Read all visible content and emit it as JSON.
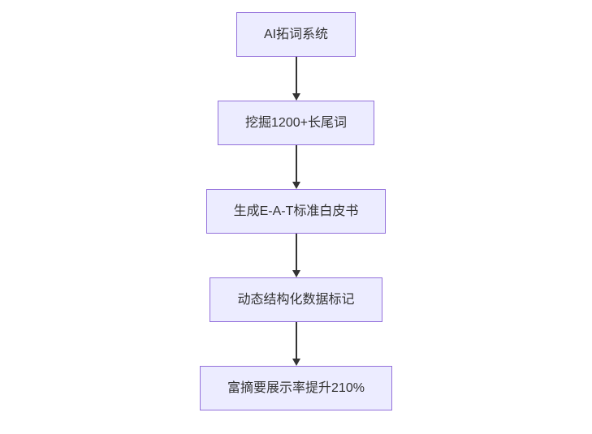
{
  "diagram": {
    "type": "flowchart",
    "direction": "top-to-bottom",
    "colors": {
      "node_fill": "#ECECFF",
      "node_border": "#9370DB",
      "node_text": "#333333",
      "arrow": "#333333",
      "background": "#ffffff"
    },
    "nodes": [
      {
        "id": "n1",
        "label": "AI拓词系统"
      },
      {
        "id": "n2",
        "label": "挖掘1200+长尾词"
      },
      {
        "id": "n3",
        "label": "生成E-A-T标准白皮书"
      },
      {
        "id": "n4",
        "label": "动态结构化数据标记"
      },
      {
        "id": "n5",
        "label": "富摘要展示率提升210%"
      }
    ],
    "edges": [
      {
        "from": "n1",
        "to": "n2"
      },
      {
        "from": "n2",
        "to": "n3"
      },
      {
        "from": "n3",
        "to": "n4"
      },
      {
        "from": "n4",
        "to": "n5"
      }
    ]
  }
}
